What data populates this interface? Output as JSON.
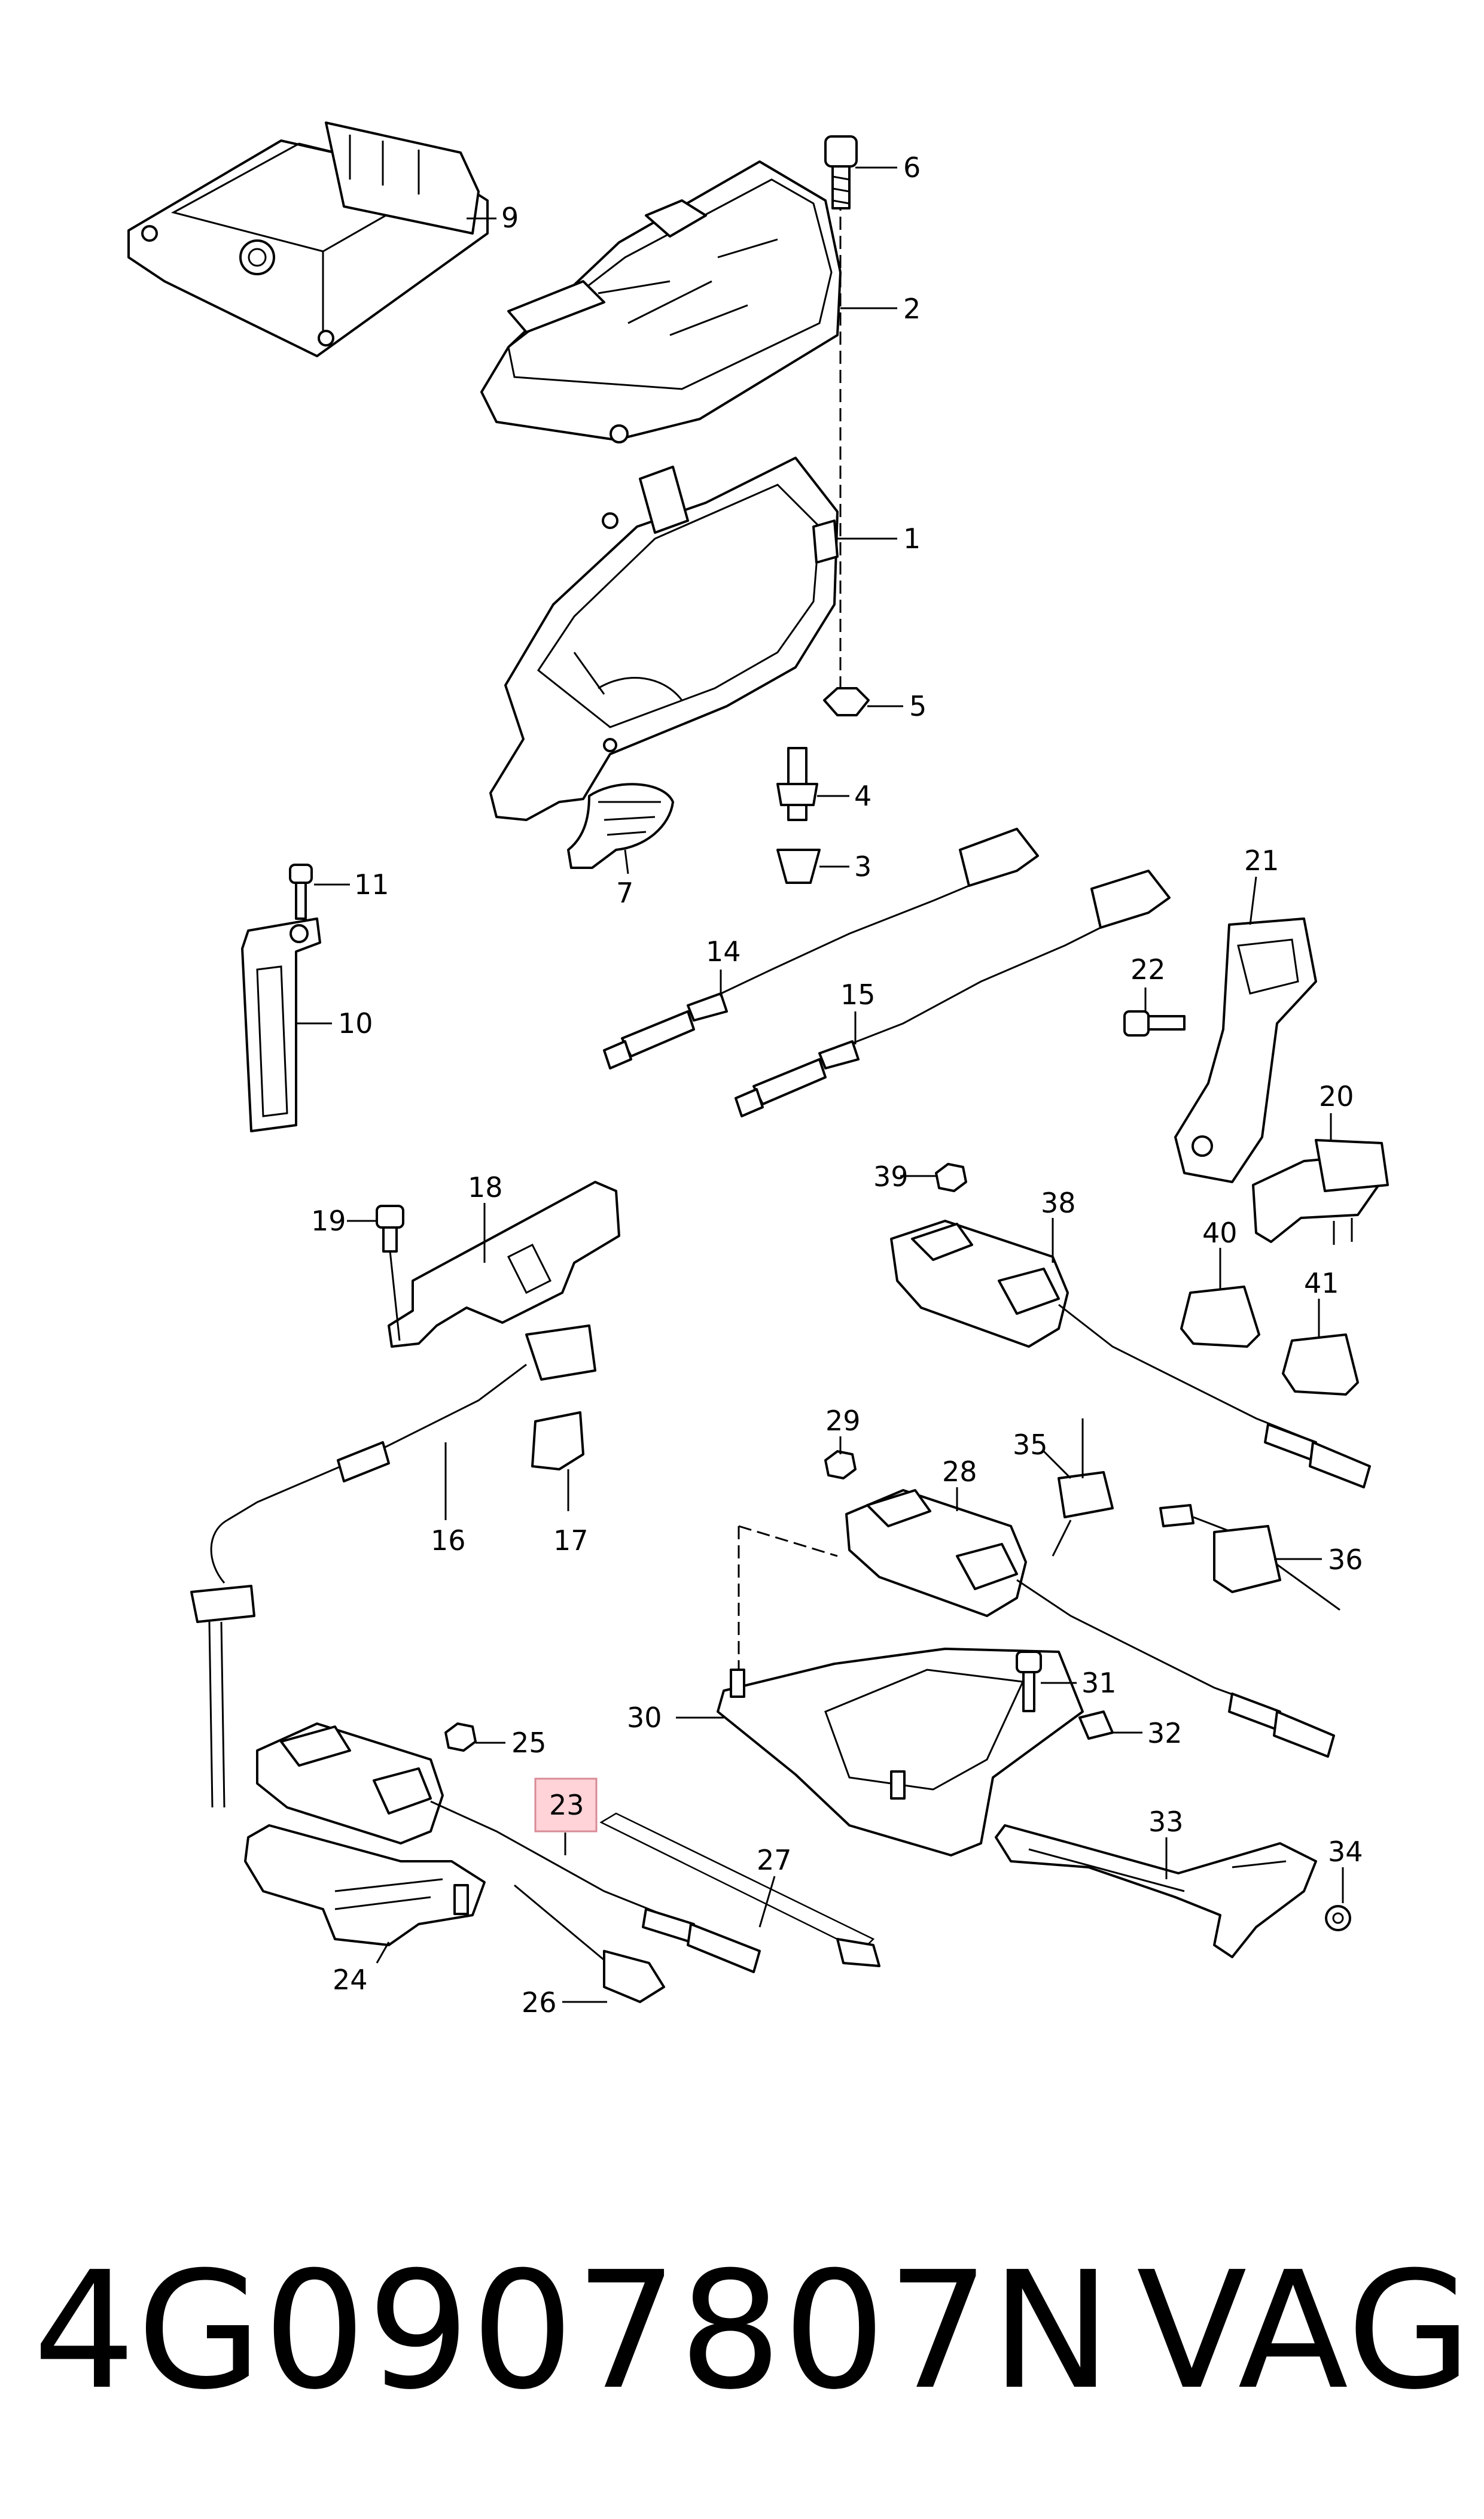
{
  "callouts": {
    "c1": "1",
    "c2": "2",
    "c3": "3",
    "c4": "4",
    "c5": "5",
    "c6": "6",
    "c7": "7",
    "c9": "9",
    "c10": "10",
    "c11": "11",
    "c14": "14",
    "c15": "15",
    "c16": "16",
    "c17": "17",
    "c18": "18",
    "c19": "19",
    "c20": "20",
    "c21": "21",
    "c22": "22",
    "c23": "23",
    "c24": "24",
    "c25": "25",
    "c26": "26",
    "c27": "27",
    "c28": "28",
    "c29": "29",
    "c30": "30",
    "c31": "31",
    "c32": "32",
    "c33": "33",
    "c34": "34",
    "c35": "35",
    "c36": "36",
    "c38": "38",
    "c39": "39",
    "c40": "40",
    "c41": "41"
  },
  "highlighted_callout": "23",
  "highlight_color": "#ffd3d8",
  "footer": {
    "part_number": "4G0907807N",
    "brand": "VAG"
  }
}
